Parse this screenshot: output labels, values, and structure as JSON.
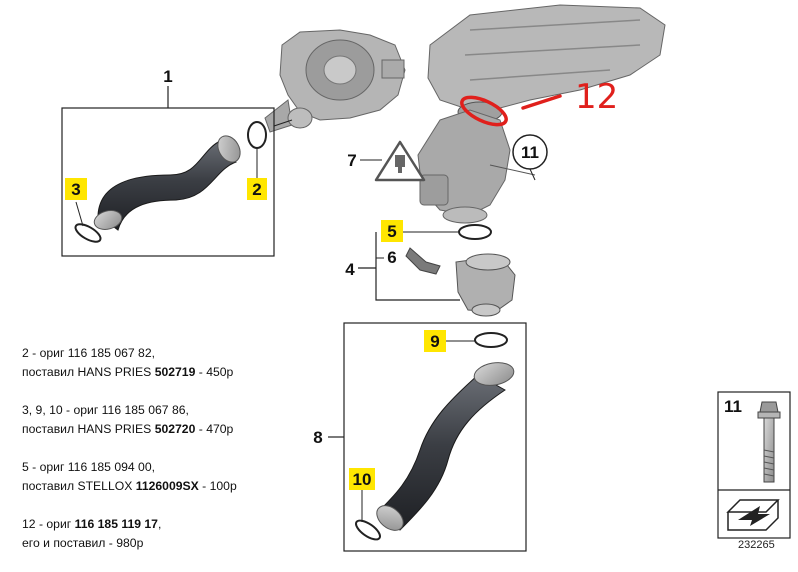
{
  "callouts": {
    "c1": "1",
    "c2": "2",
    "c3": "3",
    "c4": "4",
    "c5": "5",
    "c6": "6",
    "c7": "7",
    "c8": "8",
    "c9": "9",
    "c10": "10",
    "c11": "11"
  },
  "handwritten_label": "12",
  "inset_label": "11",
  "doc_number": "232265",
  "notes": [
    {
      "pre": "2 - ориг 116 185 067 82,",
      "line2_pre": "поставил HANS PRIES ",
      "bold": "502719",
      "line2_post": " - 450р"
    },
    {
      "pre": "3, 9, 10 - ориг 116 185 067 86,",
      "line2_pre": "поставил HANS PRIES ",
      "bold": "502720",
      "line2_post": " - 470р"
    },
    {
      "pre": "5 - ориг 116 185 094 00,",
      "line2_pre": "поставил STELLOX ",
      "bold": "1126009SX",
      "line2_post": " - 100р"
    },
    {
      "pre": "12 - ориг ",
      "pre_bold": "116 185 119 17",
      "pre_post": ",",
      "line2_pre": "его и поставил - 980р",
      "bold": "",
      "line2_post": ""
    }
  ],
  "colors": {
    "highlight": "#ffe600",
    "annotation_red": "#e0201c",
    "hose": "#3b3e44",
    "part": "#9a9a9a"
  }
}
